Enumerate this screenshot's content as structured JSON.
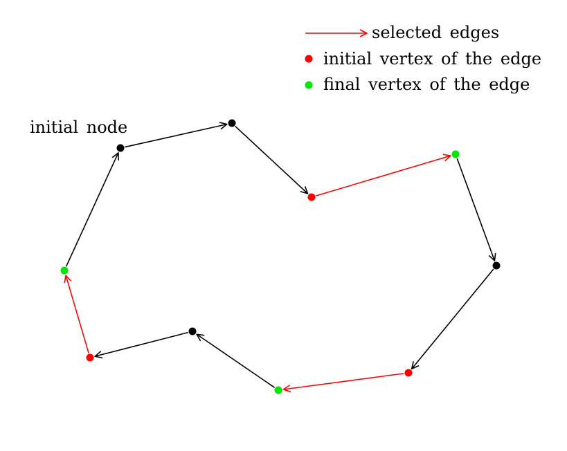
{
  "legend": {
    "selected_edges": "selected edges",
    "initial_vertex": "initial vertex of the edge",
    "final_vertex": "final vertex of the edge"
  },
  "initial_node_label": "initial node",
  "colors": {
    "selected_edge": "#ff0000",
    "normal_edge": "#000000",
    "initial_vertex": "#ff0000",
    "final_vertex": "#00e600",
    "plain_vertex": "#000000",
    "background": "#ffffff"
  },
  "graph": {
    "nodes": [
      {
        "id": "n1",
        "role": "plain"
      },
      {
        "id": "n2",
        "role": "plain"
      },
      {
        "id": "n3",
        "role": "initial"
      },
      {
        "id": "n4",
        "role": "final"
      },
      {
        "id": "n5",
        "role": "plain"
      },
      {
        "id": "n6",
        "role": "initial"
      },
      {
        "id": "n7",
        "role": "final"
      },
      {
        "id": "n8",
        "role": "plain"
      },
      {
        "id": "n9",
        "role": "initial"
      },
      {
        "id": "n10",
        "role": "final"
      }
    ],
    "edges": [
      {
        "from": "n1",
        "to": "n2",
        "selected": false
      },
      {
        "from": "n2",
        "to": "n3",
        "selected": false
      },
      {
        "from": "n3",
        "to": "n4",
        "selected": true
      },
      {
        "from": "n4",
        "to": "n5",
        "selected": false
      },
      {
        "from": "n5",
        "to": "n6",
        "selected": false
      },
      {
        "from": "n6",
        "to": "n7",
        "selected": true
      },
      {
        "from": "n7",
        "to": "n8",
        "selected": false
      },
      {
        "from": "n8",
        "to": "n9",
        "selected": false
      },
      {
        "from": "n9",
        "to": "n10",
        "selected": true
      },
      {
        "from": "n10",
        "to": "n1",
        "selected": false
      }
    ]
  }
}
